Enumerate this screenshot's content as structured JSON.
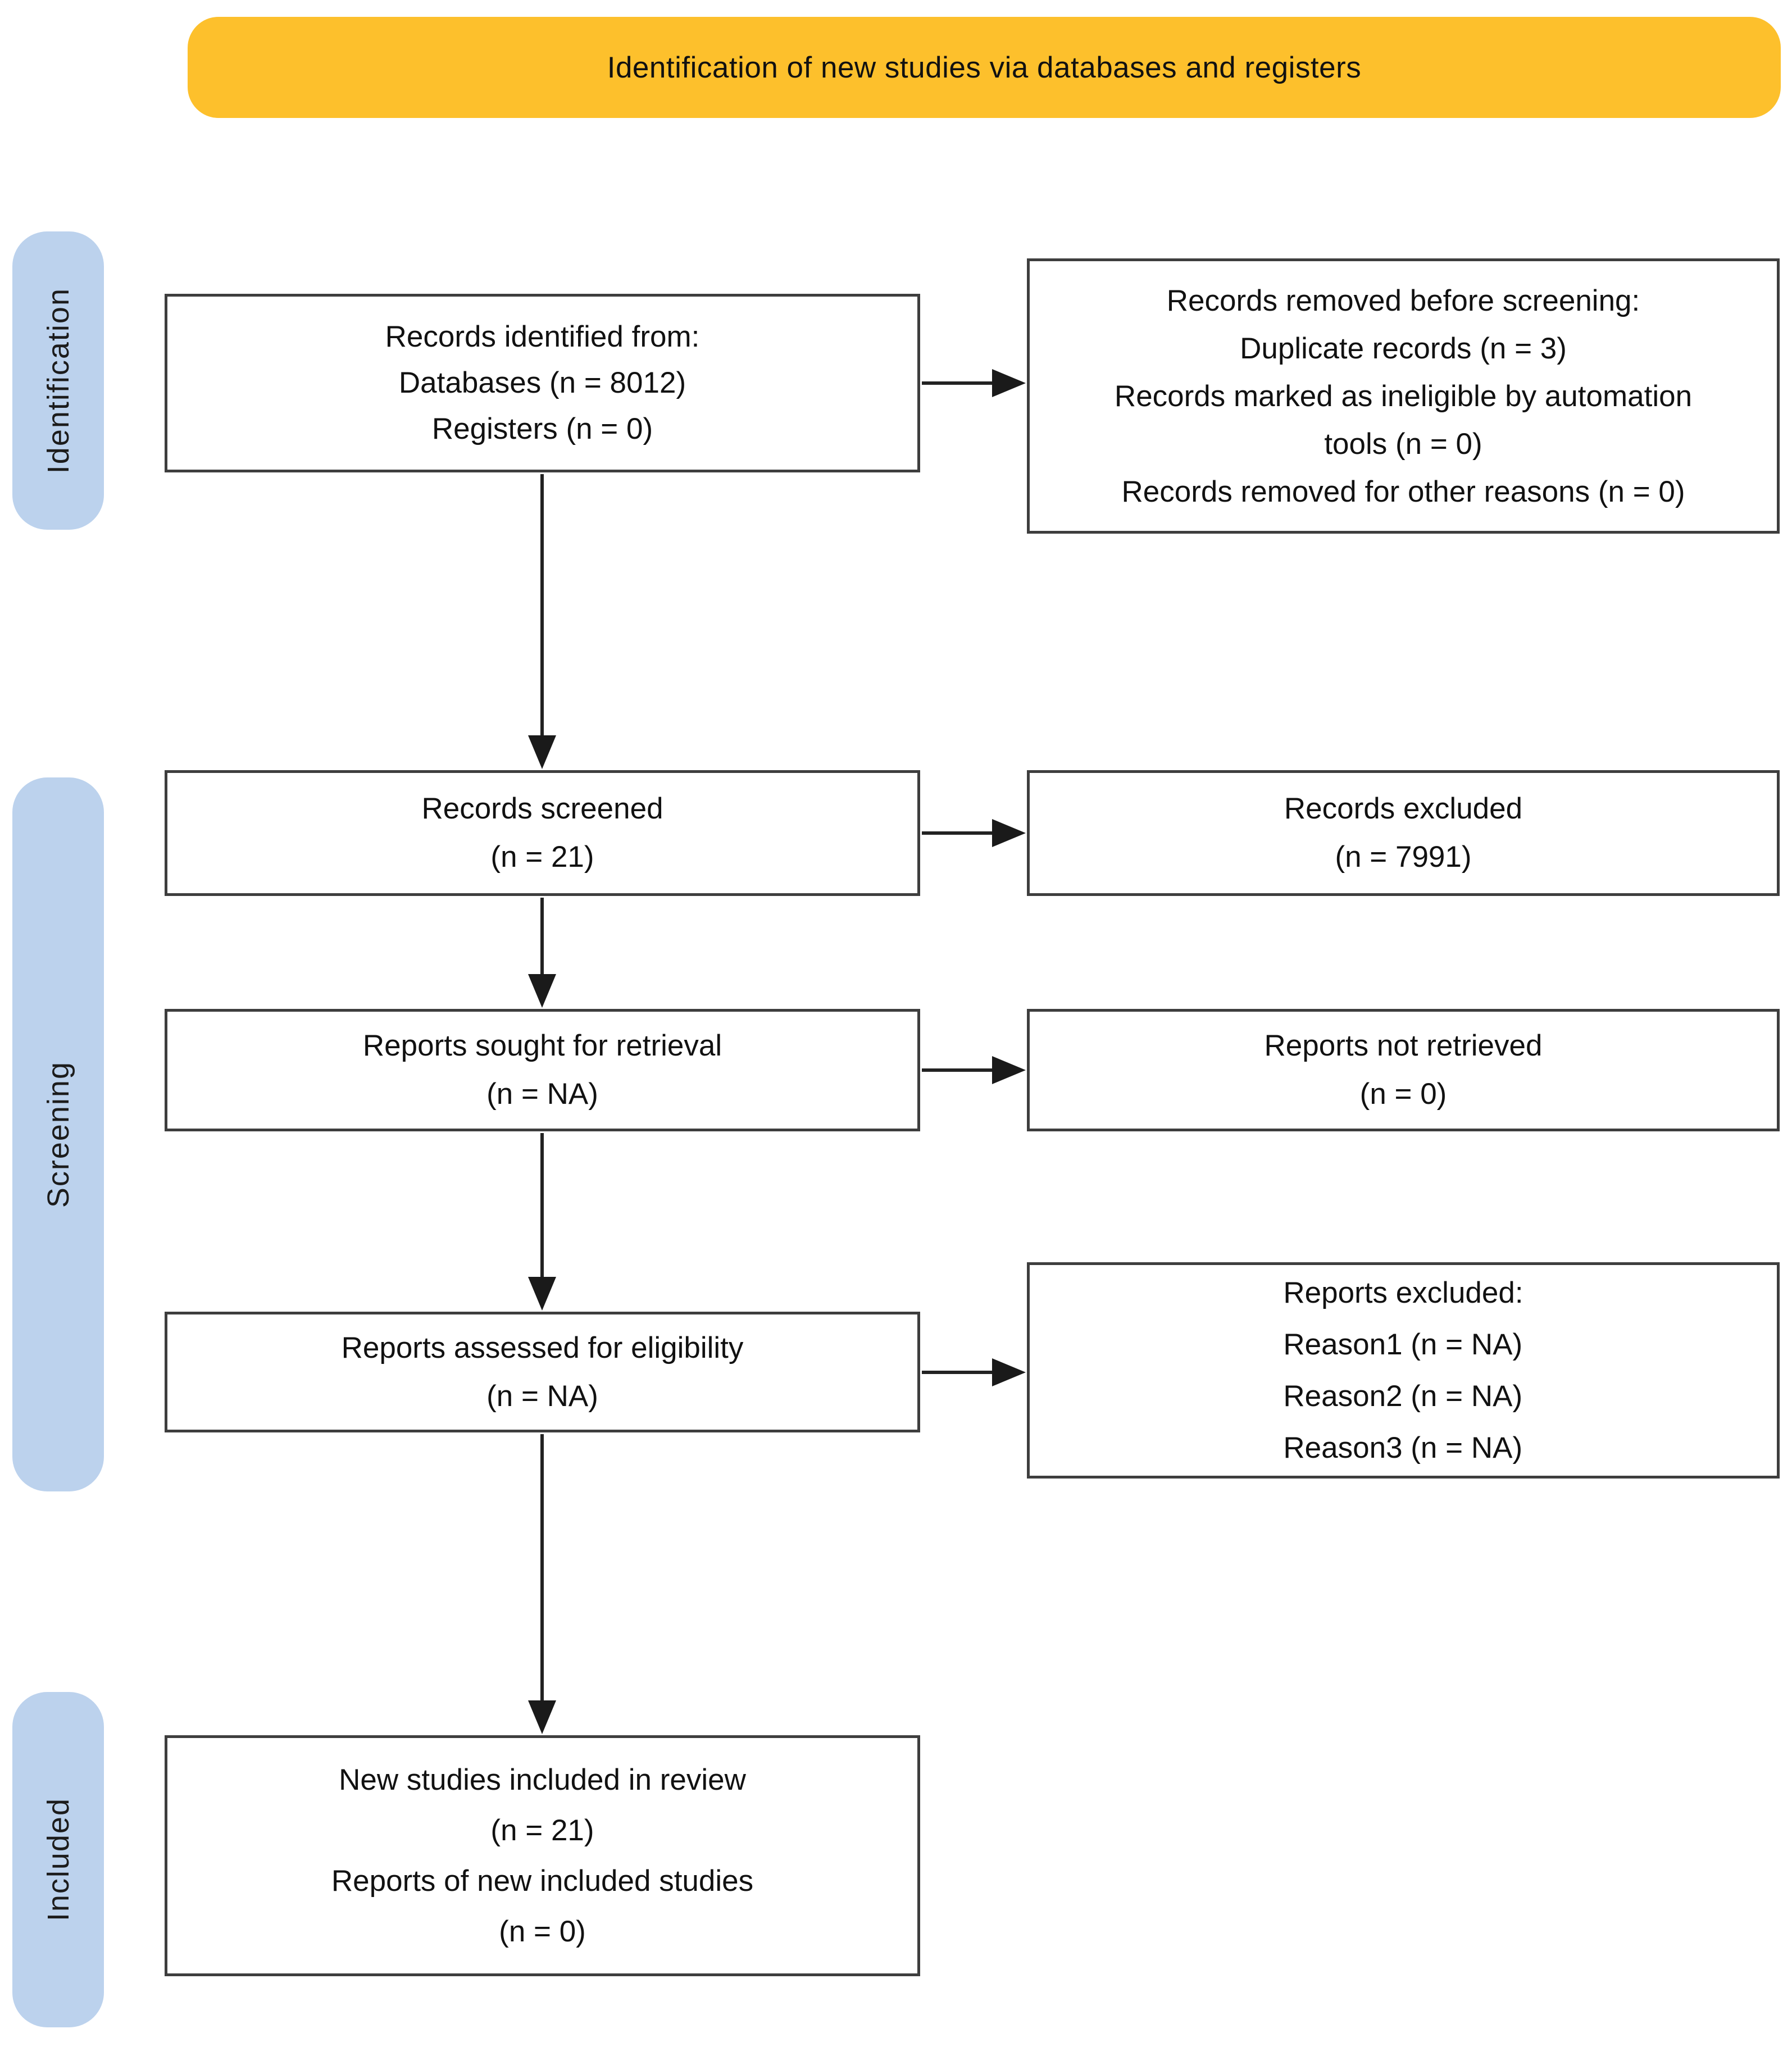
{
  "banner": {
    "title": "Identification of new studies via databases and registers"
  },
  "colors": {
    "banner_bg": "#FDC02C",
    "stage_bg": "#BCD2ED",
    "box_border": "#3E3E3E",
    "arrow": "#222222",
    "text": "#111111"
  },
  "stages": [
    {
      "label": "Identification"
    },
    {
      "label": "Screening"
    },
    {
      "label": "Included"
    }
  ],
  "boxes": {
    "identified": {
      "lines": [
        "Records identified from:",
        "Databases (n = 8012)",
        "Registers (n = 0)"
      ]
    },
    "removed": {
      "lines": [
        "Records removed before screening:",
        "Duplicate records (n = 3)",
        "Records marked as ineligible by automation",
        "tools (n = 0)",
        "Records removed for other reasons (n = 0)"
      ]
    },
    "screened": {
      "lines": [
        "Records screened",
        "(n = 21)"
      ]
    },
    "excluded": {
      "lines": [
        "Records excluded",
        "(n = 7991)"
      ]
    },
    "sought": {
      "lines": [
        "Reports sought for retrieval",
        "(n = NA)"
      ]
    },
    "not_retrieved": {
      "lines": [
        "Reports not retrieved",
        "(n = 0)"
      ]
    },
    "assessed": {
      "lines": [
        "Reports assessed for eligibility",
        "(n = NA)"
      ]
    },
    "reports_excluded": {
      "lines": [
        "Reports excluded:",
        "Reason1 (n = NA)",
        "Reason2 (n = NA)",
        "Reason3 (n = NA)"
      ]
    },
    "included": {
      "lines": [
        "New studies included in review",
        "(n = 21)",
        "Reports of new included studies",
        "(n = 0)"
      ]
    }
  }
}
